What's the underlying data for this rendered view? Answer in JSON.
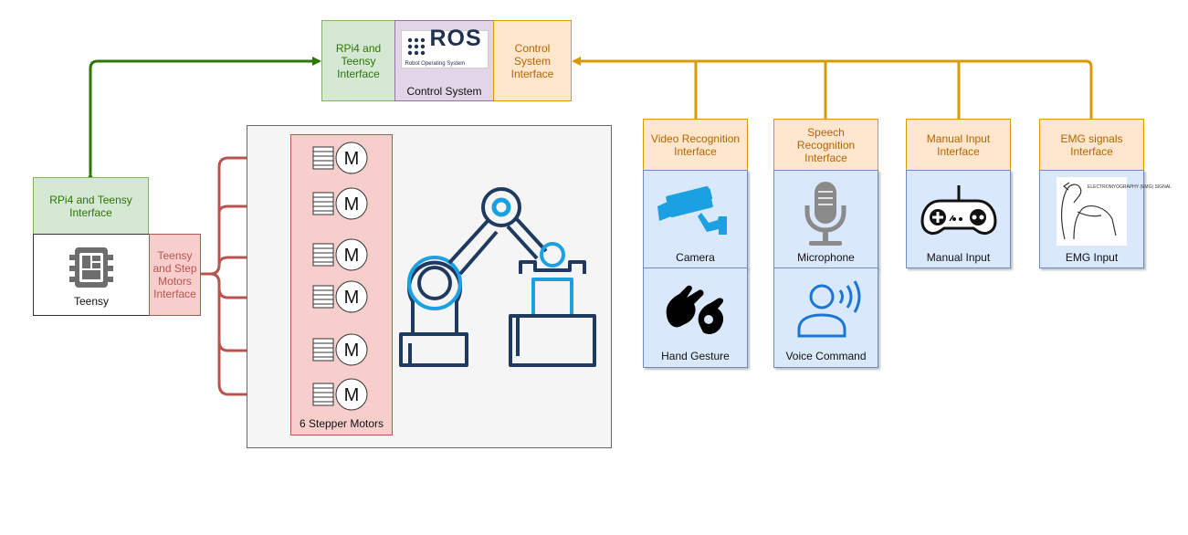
{
  "control_system": {
    "left_interface": "RPi4 and Teensy Interface",
    "title": "Control System",
    "logo_text": "ROS",
    "logo_subtext": "Robot Operating System",
    "right_interface": "Control System Interface"
  },
  "teensy": {
    "interface": "RPi4 and Teensy Interface",
    "label": "Teensy",
    "motor_interface": "Teensy and Step Motors Interface"
  },
  "motors": {
    "label": "6 Stepper Motors",
    "motor_letter": "M",
    "count": 6
  },
  "inputs": [
    {
      "interface": "Video Recognition Interface",
      "items": [
        "Camera",
        "Hand Gesture"
      ]
    },
    {
      "interface": "Speech Recognition Interface",
      "items": [
        "Microphone",
        "Voice Command"
      ]
    },
    {
      "interface": "Manual Input Interface",
      "items": [
        "Manual Input"
      ]
    },
    {
      "interface": "EMG signals Interface",
      "items": [
        "EMG Input"
      ]
    }
  ],
  "emg_sketch_text": "ELECTROMYOGRAPHY (EMG) SIGNAL",
  "colors": {
    "green_line": "#2d7600",
    "orange_line": "#d79b00",
    "red_line": "#b85450",
    "icon_blue": "#1ba1e2",
    "icon_navy": "#1f3a5f"
  }
}
